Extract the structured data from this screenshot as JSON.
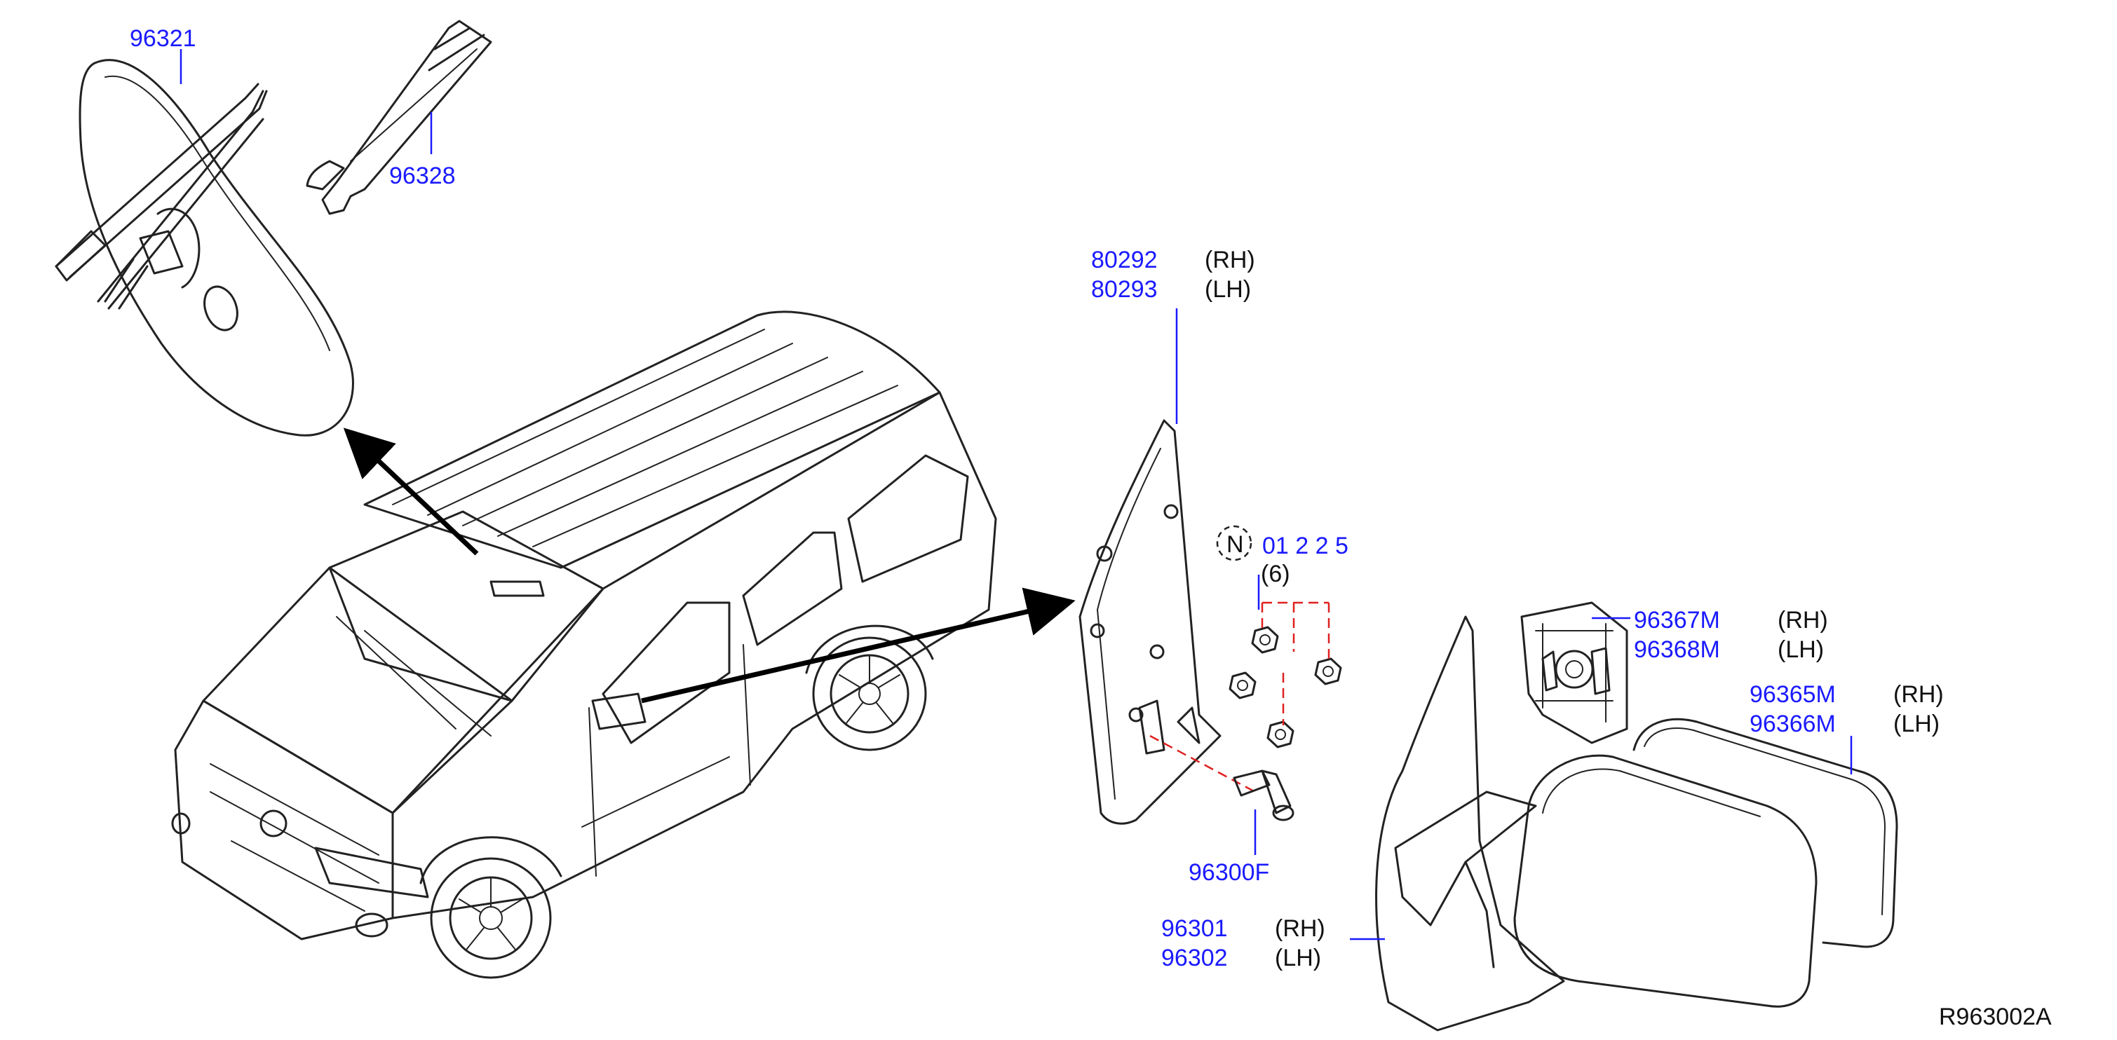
{
  "labels": {
    "p96321": "96321",
    "p96328": "96328",
    "p80292": "80292",
    "p80292_side": "(RH)",
    "p80293": "80293",
    "p80293_side": "(LH)",
    "nut_code": "01 2 2 5",
    "nut_qty": "(6)",
    "p96367m": "96367M",
    "p96367m_side": "(RH)",
    "p96368m": "96368M",
    "p96368m_side": "(LH)",
    "p96365m": "96365M",
    "p96365m_side": "(RH)",
    "p96366m": "96366M",
    "p96366m_side": "(LH)",
    "p96300f": "96300F",
    "p96301": "96301",
    "p96301_side": "(RH)",
    "p96302": "96302",
    "p96302_side": "(LH)",
    "ref_code": "R963002A",
    "nut_symbol": "N"
  },
  "colors": {
    "part_number": "#1a1aff",
    "text": "#111111",
    "line_art": "#222222",
    "hidden_line": "#e02020"
  },
  "icons": {
    "nut_marker": "circled-letter-icon"
  }
}
